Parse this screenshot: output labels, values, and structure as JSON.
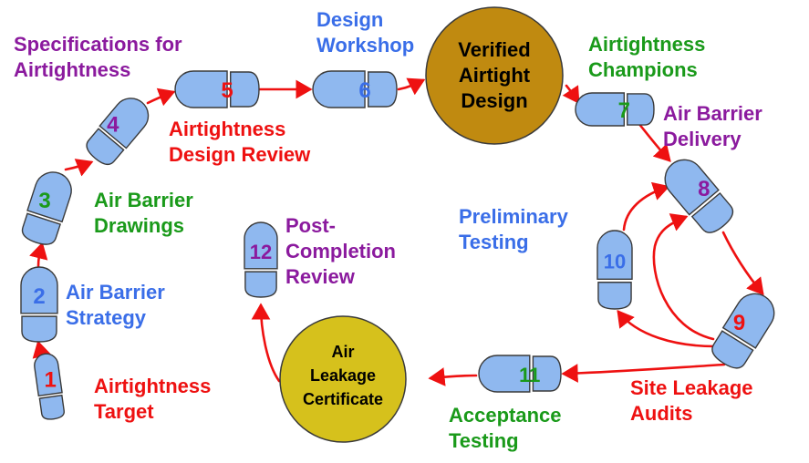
{
  "colors": {
    "shoe_fill": "#8fb8ef",
    "shoe_stroke": "#3a3a3a",
    "arrow": "#ee1111",
    "milestone_verified": "#c08a10",
    "milestone_certificate": "#d6c11c"
  },
  "steps": [
    {
      "num": "1",
      "num_color": "#ee1111",
      "label": [
        "Airtightness",
        "Target"
      ],
      "label_color": "red"
    },
    {
      "num": "2",
      "num_color": "#3a6ee8",
      "label": [
        "Air Barrier",
        "Strategy"
      ],
      "label_color": "blue"
    },
    {
      "num": "3",
      "num_color": "#1a9a1a",
      "label": [
        "Air Barrier",
        "Drawings"
      ],
      "label_color": "green"
    },
    {
      "num": "4",
      "num_color": "#8b1a9e",
      "label": [
        "Specifications for",
        "Airtightness"
      ],
      "label_color": "purple"
    },
    {
      "num": "5",
      "num_color": "#ee1111",
      "label": [
        "Airtightness",
        "Design Review"
      ],
      "label_color": "red"
    },
    {
      "num": "6",
      "num_color": "#3a6ee8",
      "label": [
        "Design",
        "Workshop"
      ],
      "label_color": "blue"
    },
    {
      "num": "7",
      "num_color": "#1a9a1a",
      "label": [
        "Airtightness",
        "Champions"
      ],
      "label_color": "green"
    },
    {
      "num": "8",
      "num_color": "#8b1a9e",
      "label": [
        "Air Barrier",
        "Delivery"
      ],
      "label_color": "purple"
    },
    {
      "num": "9",
      "num_color": "#ee1111",
      "label": [
        "Site Leakage",
        "Audits"
      ],
      "label_color": "red"
    },
    {
      "num": "10",
      "num_color": "#3a6ee8",
      "label": [
        "Preliminary",
        "Testing"
      ],
      "label_color": "blue"
    },
    {
      "num": "11",
      "num_color": "#1a9a1a",
      "label": [
        "Acceptance",
        "Testing"
      ],
      "label_color": "green"
    },
    {
      "num": "12",
      "num_color": "#8b1a9e",
      "label": [
        "Post-",
        "Completion",
        "Review"
      ],
      "label_color": "purple"
    }
  ],
  "milestones": [
    {
      "text": [
        "Verified",
        "Airtight",
        "Design"
      ]
    },
    {
      "text": [
        "Air",
        "Leakage",
        "Certificate"
      ]
    }
  ]
}
